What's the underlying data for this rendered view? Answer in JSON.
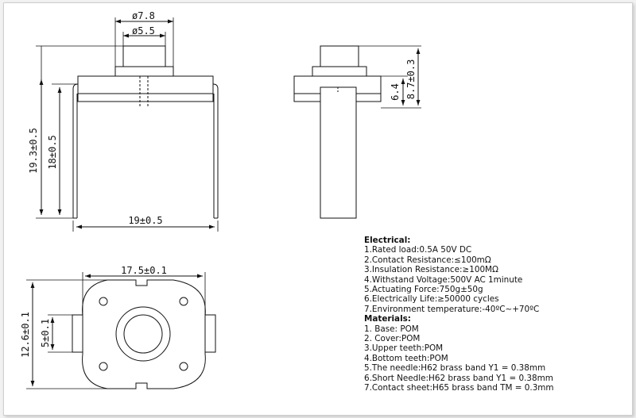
{
  "dimensions": {
    "top_dia_outer": "ø7.8",
    "top_dia_inner": "ø5.5",
    "height_overall": "19.3±0.5",
    "height_pins": "18±0.5",
    "width_pins": "19±0.5",
    "side_cap_height": "6.4",
    "side_total_height": "8.7±0.3",
    "bottom_width": "17.5±0.1",
    "bottom_height": "12.6±0.1",
    "bottom_slot": "5±0.1"
  },
  "specs": {
    "electrical_title": "Electrical:",
    "electrical": [
      "1.Rated load:0.5A 50V DC",
      "2.Contact Resistance:≤100mΩ",
      "3.Insulation Resistance:≥100MΩ",
      "4.Withstand Voltage:500V AC 1minute",
      "5.Actuating Force:750g±50g",
      "6.Electrically Life:≥50000 cycles",
      "7.Environment temperature:-40ºC~+70ºC"
    ],
    "materials_title": "Materials:",
    "materials": [
      "1. Base: POM",
      "2. Cover:POM",
      "3.Upper teeth:POM",
      "4.Bottom teeth:POM",
      "5.The needle:H62 brass band Y1 = 0.38mm",
      "6.Short Needle:H62 brass band Y1 = 0.38mm",
      "7.Contact sheet:H65 brass band TM = 0.3mm"
    ]
  }
}
